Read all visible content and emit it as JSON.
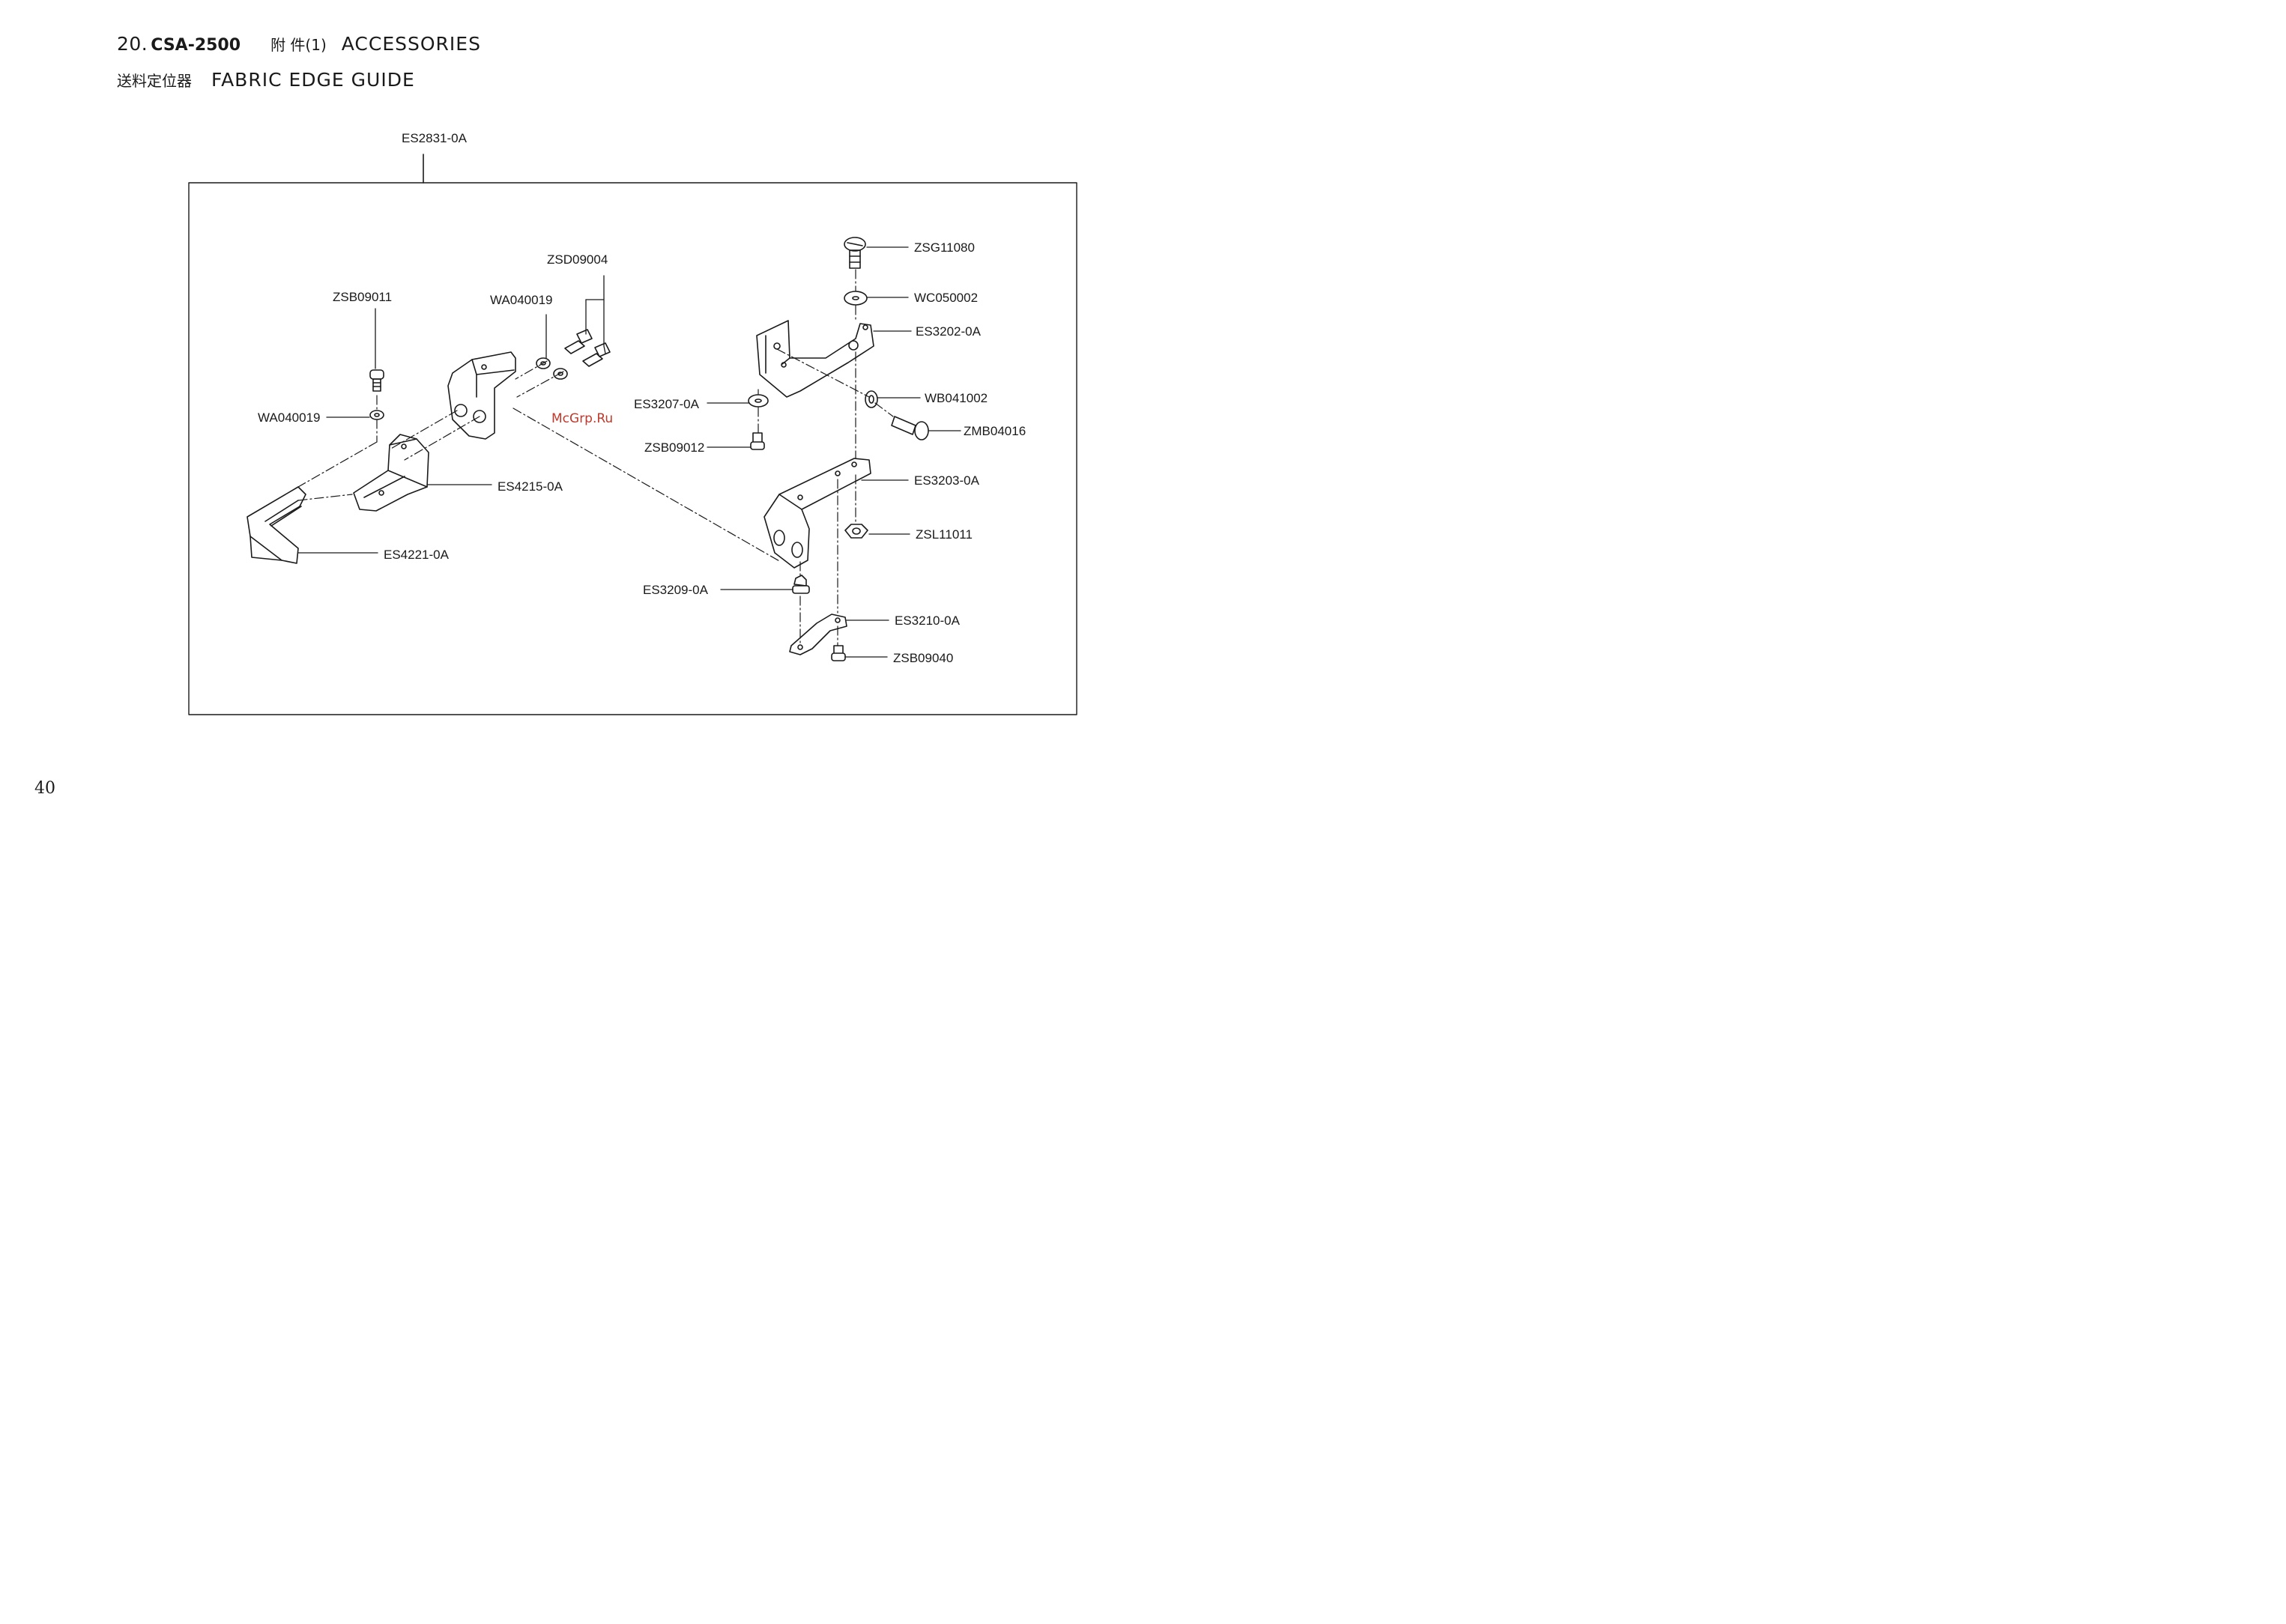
{
  "header": {
    "section_number": "20.",
    "model": "CSA-2500",
    "chinese_title": "附 件(1)",
    "english_title": "ACCESSORIES"
  },
  "subheader": {
    "chinese_title": "送料定位器",
    "english_title": "FABRIC EDGE GUIDE"
  },
  "assembly_part_number": "ES2831-0A",
  "parts": {
    "zsd09004": "ZSD09004",
    "zsb09011": "ZSB09011",
    "wa040019_top": "WA040019",
    "wa040019_left": "WA040019",
    "es4215": "ES4215-0A",
    "es4221": "ES4221-0A",
    "zsg11080": "ZSG11080",
    "wc050002": "WC050002",
    "es3202": "ES3202-0A",
    "es3207": "ES3207-0A",
    "wb041002": "WB041002",
    "zmb04016": "ZMB04016",
    "zsb09012": "ZSB09012",
    "es3203": "ES3203-0A",
    "zsl11011": "ZSL11011",
    "es3209": "ES3209-0A",
    "es3210": "ES3210-0A",
    "zsb09040": "ZSB09040"
  },
  "watermark": "McGrp.Ru",
  "page_number": "40",
  "colors": {
    "ink": "#1a1a1a",
    "watermark": "#c0392b",
    "background": "#ffffff"
  }
}
